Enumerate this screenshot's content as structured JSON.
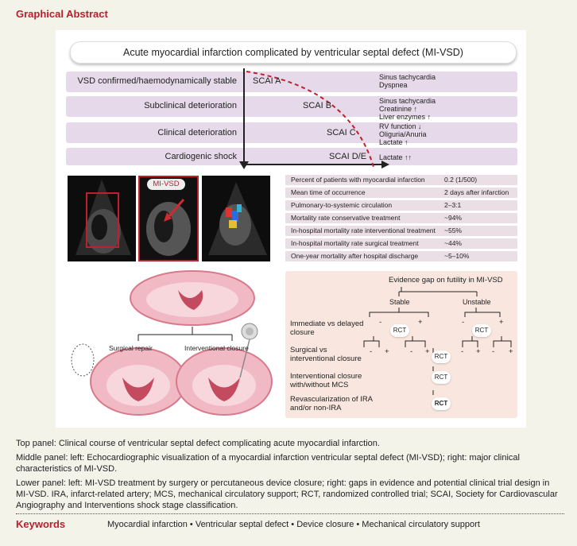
{
  "header": {
    "title": "Graphical Abstract"
  },
  "top": {
    "banner": "Acute myocardial infarction complicated by ventricular septal defect (MI-VSD)",
    "stages": [
      {
        "label": "VSD confirmed/haemodynamically stable",
        "scai": "SCAI A",
        "signs": [
          "Sinus tachycardia",
          "Dyspnea"
        ]
      },
      {
        "label": "Subclinical deterioration",
        "scai": "SCAI B",
        "signs": [
          "Sinus tachycardia",
          "Creatinine ↑",
          "Liver enzymes ↑"
        ]
      },
      {
        "label": "Clinical deterioration",
        "scai": "SCAI C",
        "signs": [
          "RV function ↓",
          "Oliguria/Anuria",
          "Lactate ↑"
        ]
      },
      {
        "label": "Cardiogenic shock",
        "scai": "SCAI D/E",
        "signs": [
          "Lactate ↑↑"
        ]
      }
    ]
  },
  "middle": {
    "echo_tag": "MI-VSD",
    "table": [
      {
        "label": "Percent of patients with myocardial infarction",
        "value": "0.2 (1/500)"
      },
      {
        "label": "Mean time of occurrence",
        "value": "2 days after infarction"
      },
      {
        "label": "Pulmonary-to-systemic circulation",
        "value": "2–3:1"
      },
      {
        "label": "Mortality rate conservative treatment",
        "value": "~94%"
      },
      {
        "label": "In-hospital mortality rate interventional treatment",
        "value": "~55%"
      },
      {
        "label": "In-hospital mortality rate surgical treatment",
        "value": "~44%"
      },
      {
        "label": "One-year mortality after hospital discharge",
        "value": "~5–10%"
      }
    ]
  },
  "lower": {
    "surgical": "Surgical repair",
    "interventional": "Interventional closure",
    "evidence_title": "Evidence gap on futility in MI-VSD",
    "stable": "Stable",
    "unstable": "Unstable",
    "rows": [
      "Immediate vs delayed closure",
      "Surgical vs interventional closure",
      "Interventional closure with/without MCS",
      "Revascularization of IRA and/or non-IRA"
    ],
    "rct": "RCT",
    "minus": "-",
    "plus": "+"
  },
  "captions": {
    "top": "Top panel: Clinical course of ventricular septal defect complicating acute myocardial infarction.",
    "middle": "Middle panel: left: Echocardiographic visualization of a myocardial infarction ventricular septal defect (MI-VSD); right: major clinical characteristics of MI-VSD.",
    "lower": "Lower panel: left: MI-VSD treatment by surgery or percutaneous device closure; right: gaps in evidence and potential clinical trial design in MI-VSD. IRA, infarct-related artery; MCS, mechanical circulatory support; RCT, randomized controlled trial; SCAI, Society for Cardiovascular Angiography and Interventions shock stage classification."
  },
  "keywords": {
    "title": "Keywords",
    "items": "Myocardial infarction  •  Ventricular septal defect  •  Device closure  •  Mechanical circulatory support"
  }
}
